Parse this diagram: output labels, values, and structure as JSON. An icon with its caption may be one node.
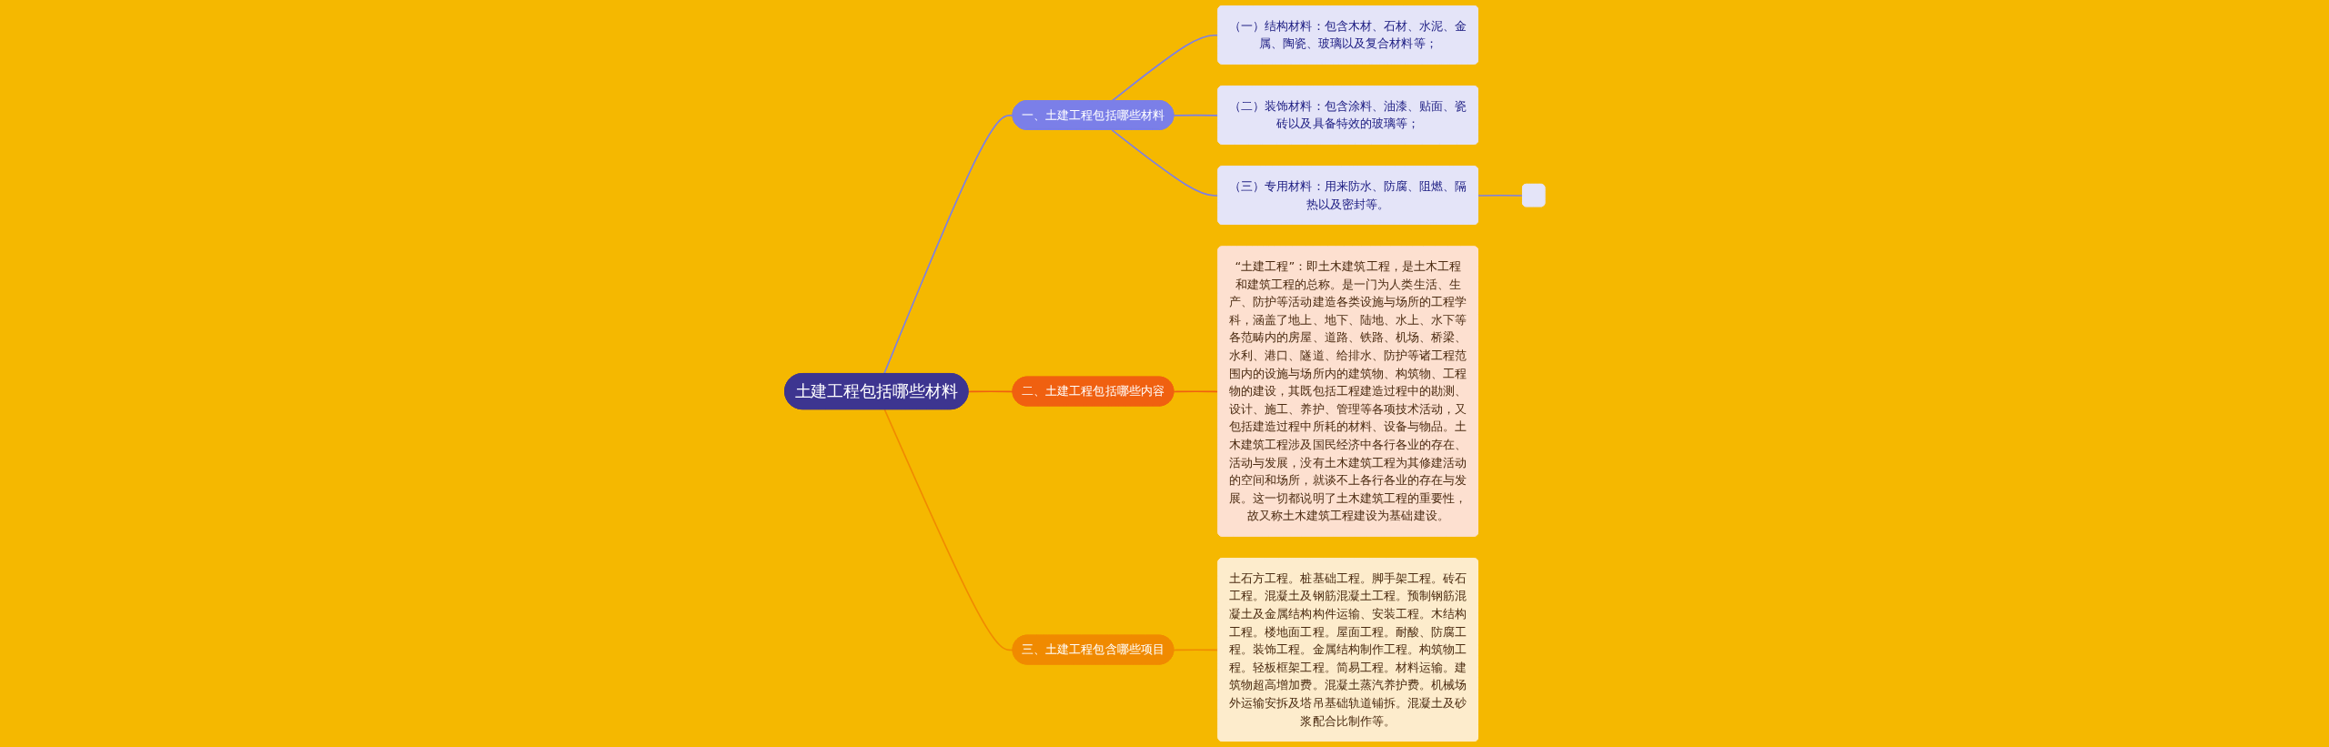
{
  "diagram": {
    "nodes": [
      {
        "text": [
          "土建工程包括哪些材料"
        ]
      },
      {
        "text": [
          "一、土建工程包括哪些材料"
        ]
      },
      {
        "text": [
          "（一）结构材料：包含木材、石材、水泥、金属、陶瓷、玻璃以及复合材料等；"
        ]
      },
      {
        "text": [
          "（二）装饰材料：包含涂料、油漆、贴面、瓷砖以及具备特效的玻璃等；"
        ]
      },
      {
        "text": [
          "（三）专用材料：用来防水、防腐、阻燃、隔热以及密封等。"
        ]
      },
      {
        "text": [],
        "shape": "box"
      },
      {
        "text": [
          "二、土建工程包括哪些内容"
        ]
      },
      {
        "text": [
          "“土建工程”：即土木建筑工程，是土木工程和建筑工程的总称。是一门为人类生活、生产、防护等活动建造各类设施与场所的工程学科，涵盖了地上、地下、陆地、水上、水下等各范畴内的房屋、道路、铁路、机场、桥梁、水利、港口、隧道、给排水、防护等诸工程范围内的设施与场所内的建筑物、构筑物、工程物的建设，其既包括工程建造过程中的勘测、设计、施工、养护、管理等各项技术活动，又包括建造过程中所耗的材料、设备与物品。土木建筑工程涉及国民经济中各行各业的存在、活动与发展，没有土木建筑工程为其修建活动的空间和场所，就谈不上各行各业的存在与发展。这一切都说明了土木建筑工程的重要性，故又称土木建筑工程建设为基础建设。"
        ]
      },
      {
        "text": [
          "三、土建工程包含哪些项目"
        ]
      },
      {
        "text": [
          "土石方工程。桩基础工程。脚手架工程。砖石工程。混凝土及钢筋混凝土工程。预制钢筋混凝土及金属结构构件运输、安装工程。木结构工程。楼地面工程。屋面工程。耐酸、防腐工程。装饰工程。金属结构制作工程。构筑物工程。轻板框架工程。简易工程。材料运输。建筑物超高增加费。混凝土蒸汽养护费。机械场外运输安拆及塔吊基础轨道铺拆。混凝土及砂浆配合比制作等。"
        ]
      }
    ],
    "edges": [
      {
        "from": 0,
        "to": 1,
        "arrow": "none"
      },
      {
        "from": 1,
        "to": 2,
        "arrow": "none"
      },
      {
        "from": 1,
        "to": 3,
        "arrow": "none"
      },
      {
        "from": 1,
        "to": 4,
        "arrow": "none"
      },
      {
        "from": 4,
        "to": 5,
        "arrow": "none"
      },
      {
        "from": 0,
        "to": 6,
        "arrow": "none",
        "color": "#f06010"
      },
      {
        "from": 6,
        "to": 7,
        "arrow": "none",
        "color": "#f06010"
      },
      {
        "from": 0,
        "to": 8,
        "arrow": "none",
        "color": "#f08a00"
      },
      {
        "from": 8,
        "to": 9,
        "arrow": "none",
        "color": "#f08a00"
      }
    ]
  }
}
